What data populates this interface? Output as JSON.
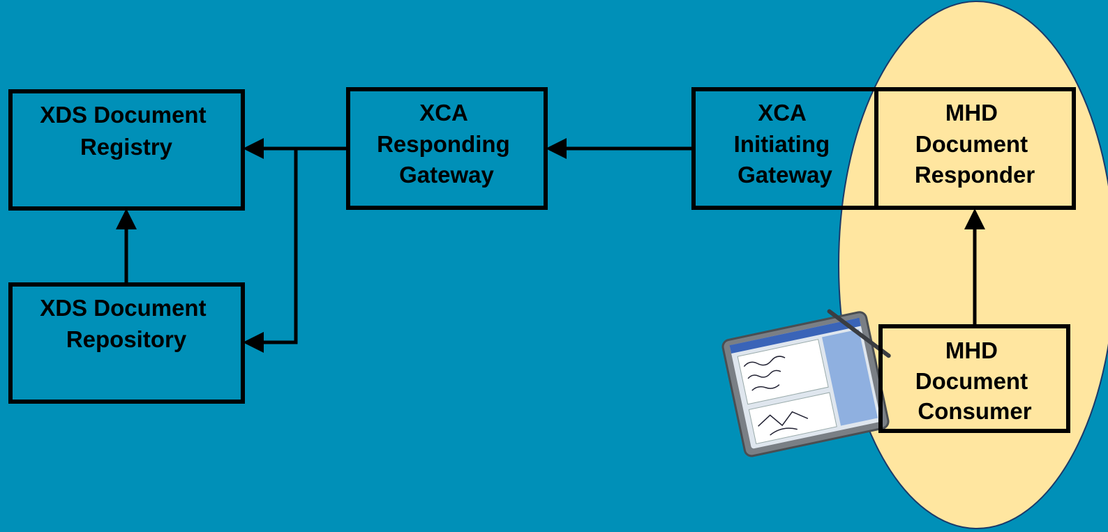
{
  "colors": {
    "background": "#0090b8",
    "ellipse_fill": "#ffe6a0",
    "stroke": "#000000"
  },
  "nodes": {
    "registry": {
      "lines": [
        "XDS Document",
        "Registry"
      ]
    },
    "repository": {
      "lines": [
        "XDS Document",
        "Repository"
      ]
    },
    "responding_gateway": {
      "lines": [
        "XCA",
        "Responding",
        "Gateway"
      ]
    },
    "initiating_gateway": {
      "lines": [
        "XCA",
        "Initiating",
        "Gateway"
      ]
    },
    "mhd_responder": {
      "lines": [
        "MHD",
        "Document",
        "Responder"
      ]
    },
    "mhd_consumer": {
      "lines": [
        "MHD",
        "Document",
        "Consumer"
      ]
    }
  },
  "icons": {
    "tablet": "tablet-pc-icon"
  }
}
